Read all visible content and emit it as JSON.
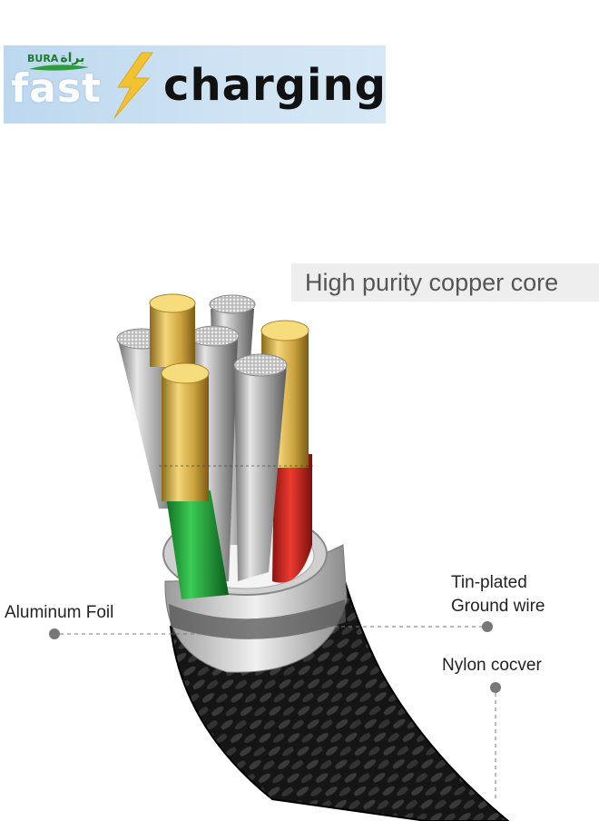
{
  "banner": {
    "brand_latin": "BURA",
    "brand_arabic": "براة",
    "word1": "fast",
    "word2": "charging",
    "bolt_icon": "lightning-bolt-icon"
  },
  "callouts": {
    "copper_core": "High purity copper core",
    "aluminum_foil": "Aluminum Foil",
    "tin_plated_line1": "Tin-plated",
    "tin_plated_line2": "Ground wire",
    "nylon_cover": "Nylon cocver"
  },
  "colors": {
    "banner_bg": "#c7dff2",
    "brand_green": "#1c7a2c",
    "bolt_yellow": "#f2c230",
    "wire_green": "#1fa43a",
    "wire_red": "#d8261e",
    "gold": "#d9b24a",
    "braid": "#1a1a1a"
  }
}
